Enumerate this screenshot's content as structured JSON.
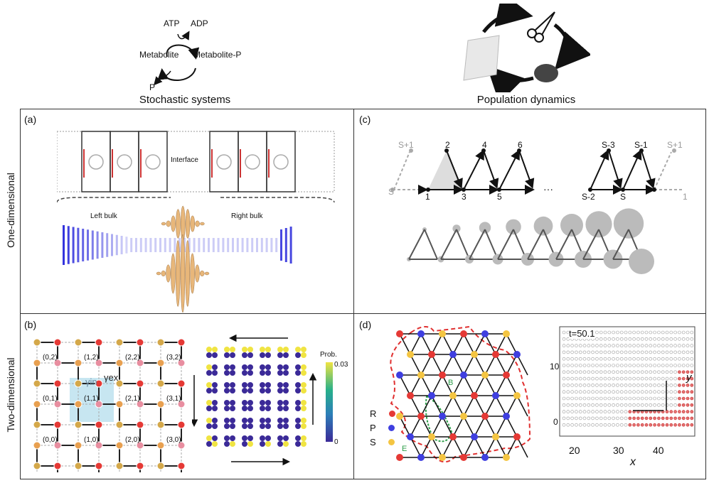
{
  "header": {
    "left_caption": "Stochastic systems",
    "right_caption": "Population dynamics",
    "cycle_labels": {
      "atp": "ATP",
      "adp": "ADP",
      "metabolite": "Metabolite",
      "metabolite_p": "Metabolite-P",
      "p": "P"
    }
  },
  "rows": {
    "top": "One-dimensional",
    "bottom": "Two-dimensional"
  },
  "panels": {
    "a": {
      "label": "(a)",
      "interface": "Interface",
      "left_bulk": "Left bulk",
      "right_bulk": "Right bulk"
    },
    "b": {
      "label": "(b)",
      "prob_label": "Prob.",
      "prob_max": "0.03",
      "prob_min": "0",
      "cells": [
        "(0,2)",
        "(1,2)",
        "(2,2)",
        "(3,2)",
        "(0,1)",
        "(1,1)",
        "(2,1)",
        "(3,1)",
        "(0,0)",
        "(1,0)",
        "(2,0)",
        "(3,0)"
      ],
      "gamma_in": "γin",
      "gamma_ex": "γex"
    },
    "c": {
      "label": "(c)",
      "node_labels": [
        "S+1",
        "2",
        "4",
        "6",
        "S-3",
        "S-1",
        "S+1",
        "S",
        "1",
        "3",
        "5",
        "S-2",
        "S",
        "1"
      ],
      "dots": "···"
    },
    "d": {
      "label": "(d)",
      "legend": [
        {
          "name": "R",
          "color": "#e53935"
        },
        {
          "name": "P",
          "color": "#3f3fe0"
        },
        {
          "name": "S",
          "color": "#f4c542"
        }
      ],
      "marker_b": "B",
      "marker_e": "E",
      "time": "t=50.1",
      "xlabel": "x",
      "ylabel": "y",
      "xticks": [
        "20",
        "30",
        "40"
      ],
      "yticks": [
        "10",
        "0"
      ]
    }
  }
}
